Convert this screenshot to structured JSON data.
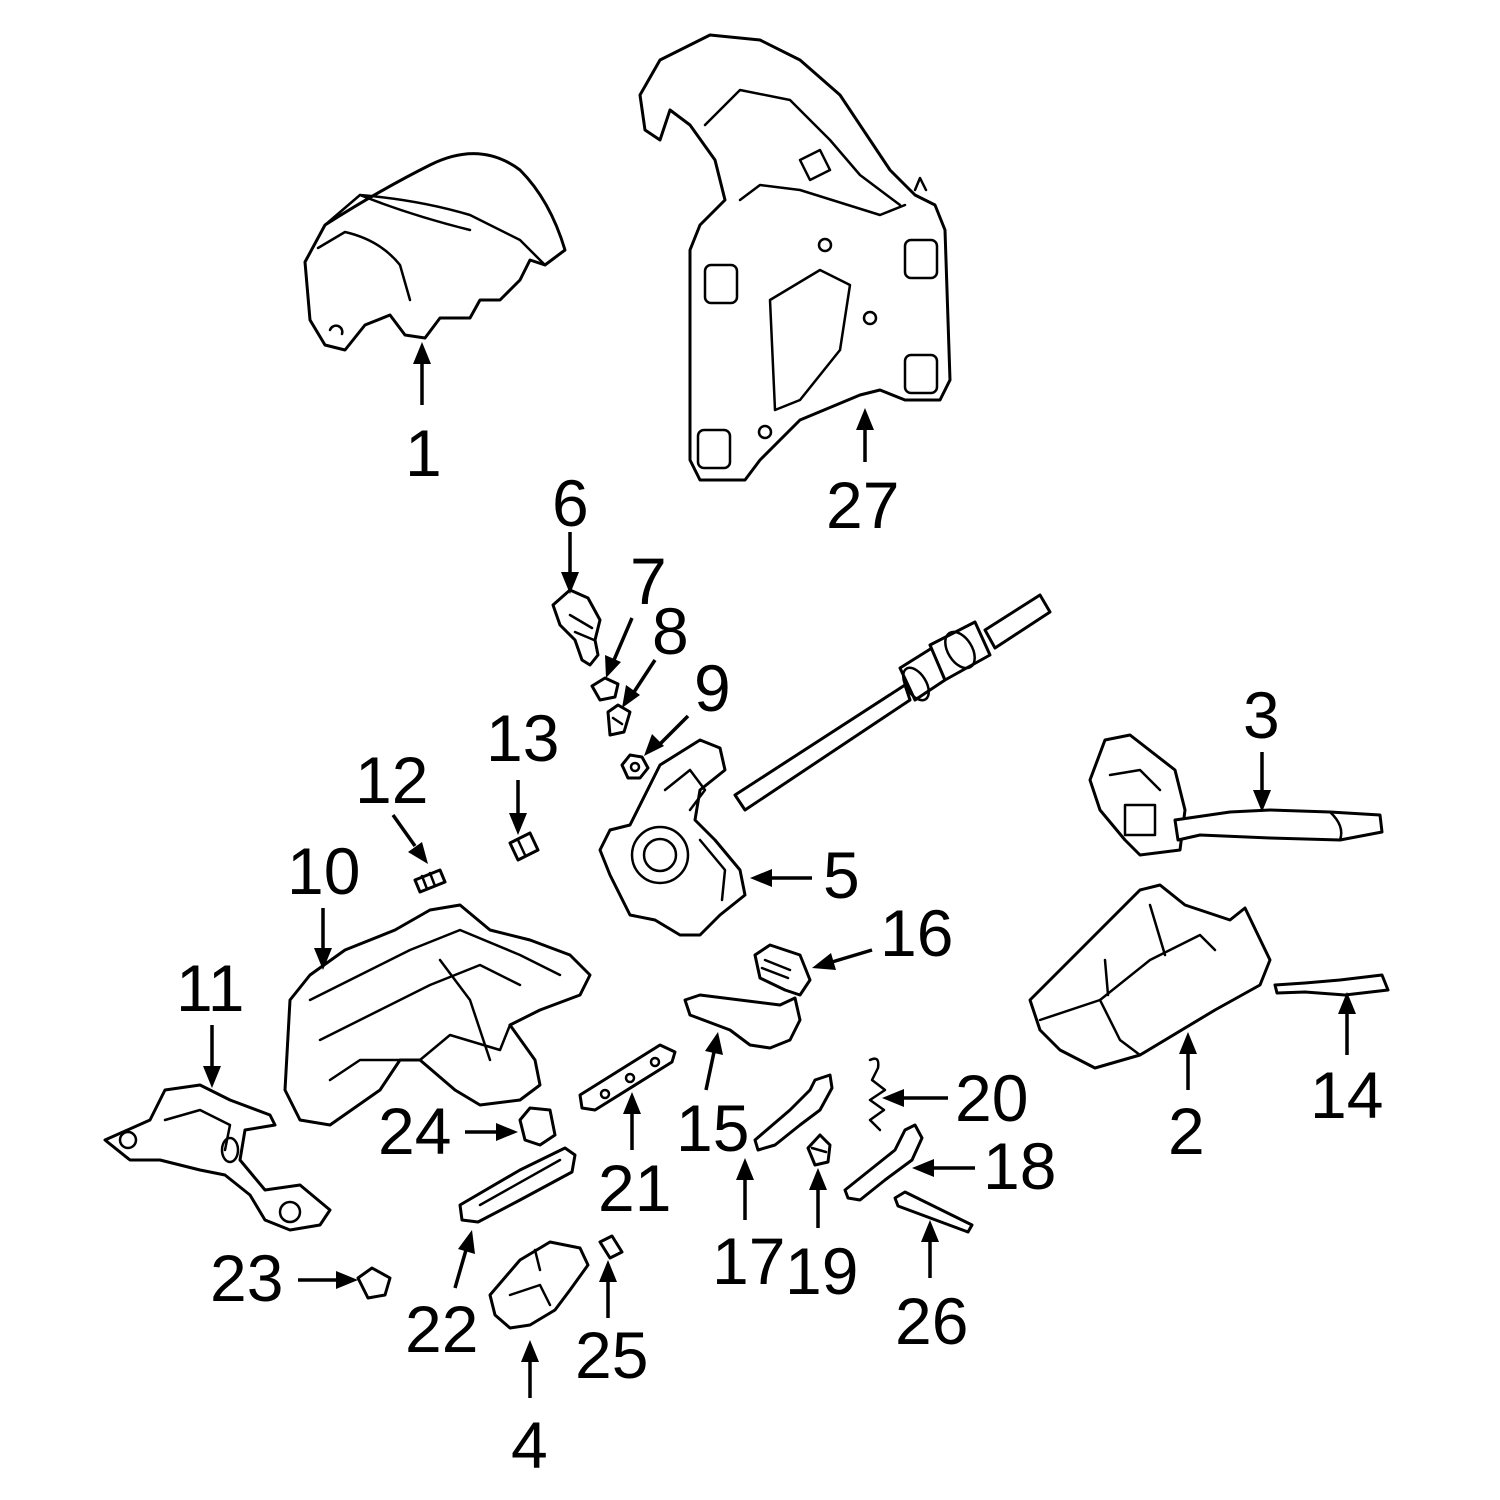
{
  "diagram": {
    "stroke_color": "#000000",
    "background_color": "#ffffff",
    "callouts": [
      {
        "id": "1",
        "label": "1"
      },
      {
        "id": "2",
        "label": "2"
      },
      {
        "id": "3",
        "label": "3"
      },
      {
        "id": "4",
        "label": "4"
      },
      {
        "id": "5",
        "label": "5"
      },
      {
        "id": "6",
        "label": "6"
      },
      {
        "id": "7",
        "label": "7"
      },
      {
        "id": "8",
        "label": "8"
      },
      {
        "id": "9",
        "label": "9"
      },
      {
        "id": "10",
        "label": "10"
      },
      {
        "id": "11",
        "label": "11"
      },
      {
        "id": "12",
        "label": "12"
      },
      {
        "id": "13",
        "label": "13"
      },
      {
        "id": "14",
        "label": "14"
      },
      {
        "id": "15",
        "label": "15"
      },
      {
        "id": "16",
        "label": "16"
      },
      {
        "id": "17",
        "label": "17"
      },
      {
        "id": "18",
        "label": "18"
      },
      {
        "id": "19",
        "label": "19"
      },
      {
        "id": "20",
        "label": "20"
      },
      {
        "id": "21",
        "label": "21"
      },
      {
        "id": "22",
        "label": "22"
      },
      {
        "id": "23",
        "label": "23"
      },
      {
        "id": "24",
        "label": "24"
      },
      {
        "id": "25",
        "label": "25"
      },
      {
        "id": "26",
        "label": "26"
      },
      {
        "id": "27",
        "label": "27"
      }
    ]
  }
}
